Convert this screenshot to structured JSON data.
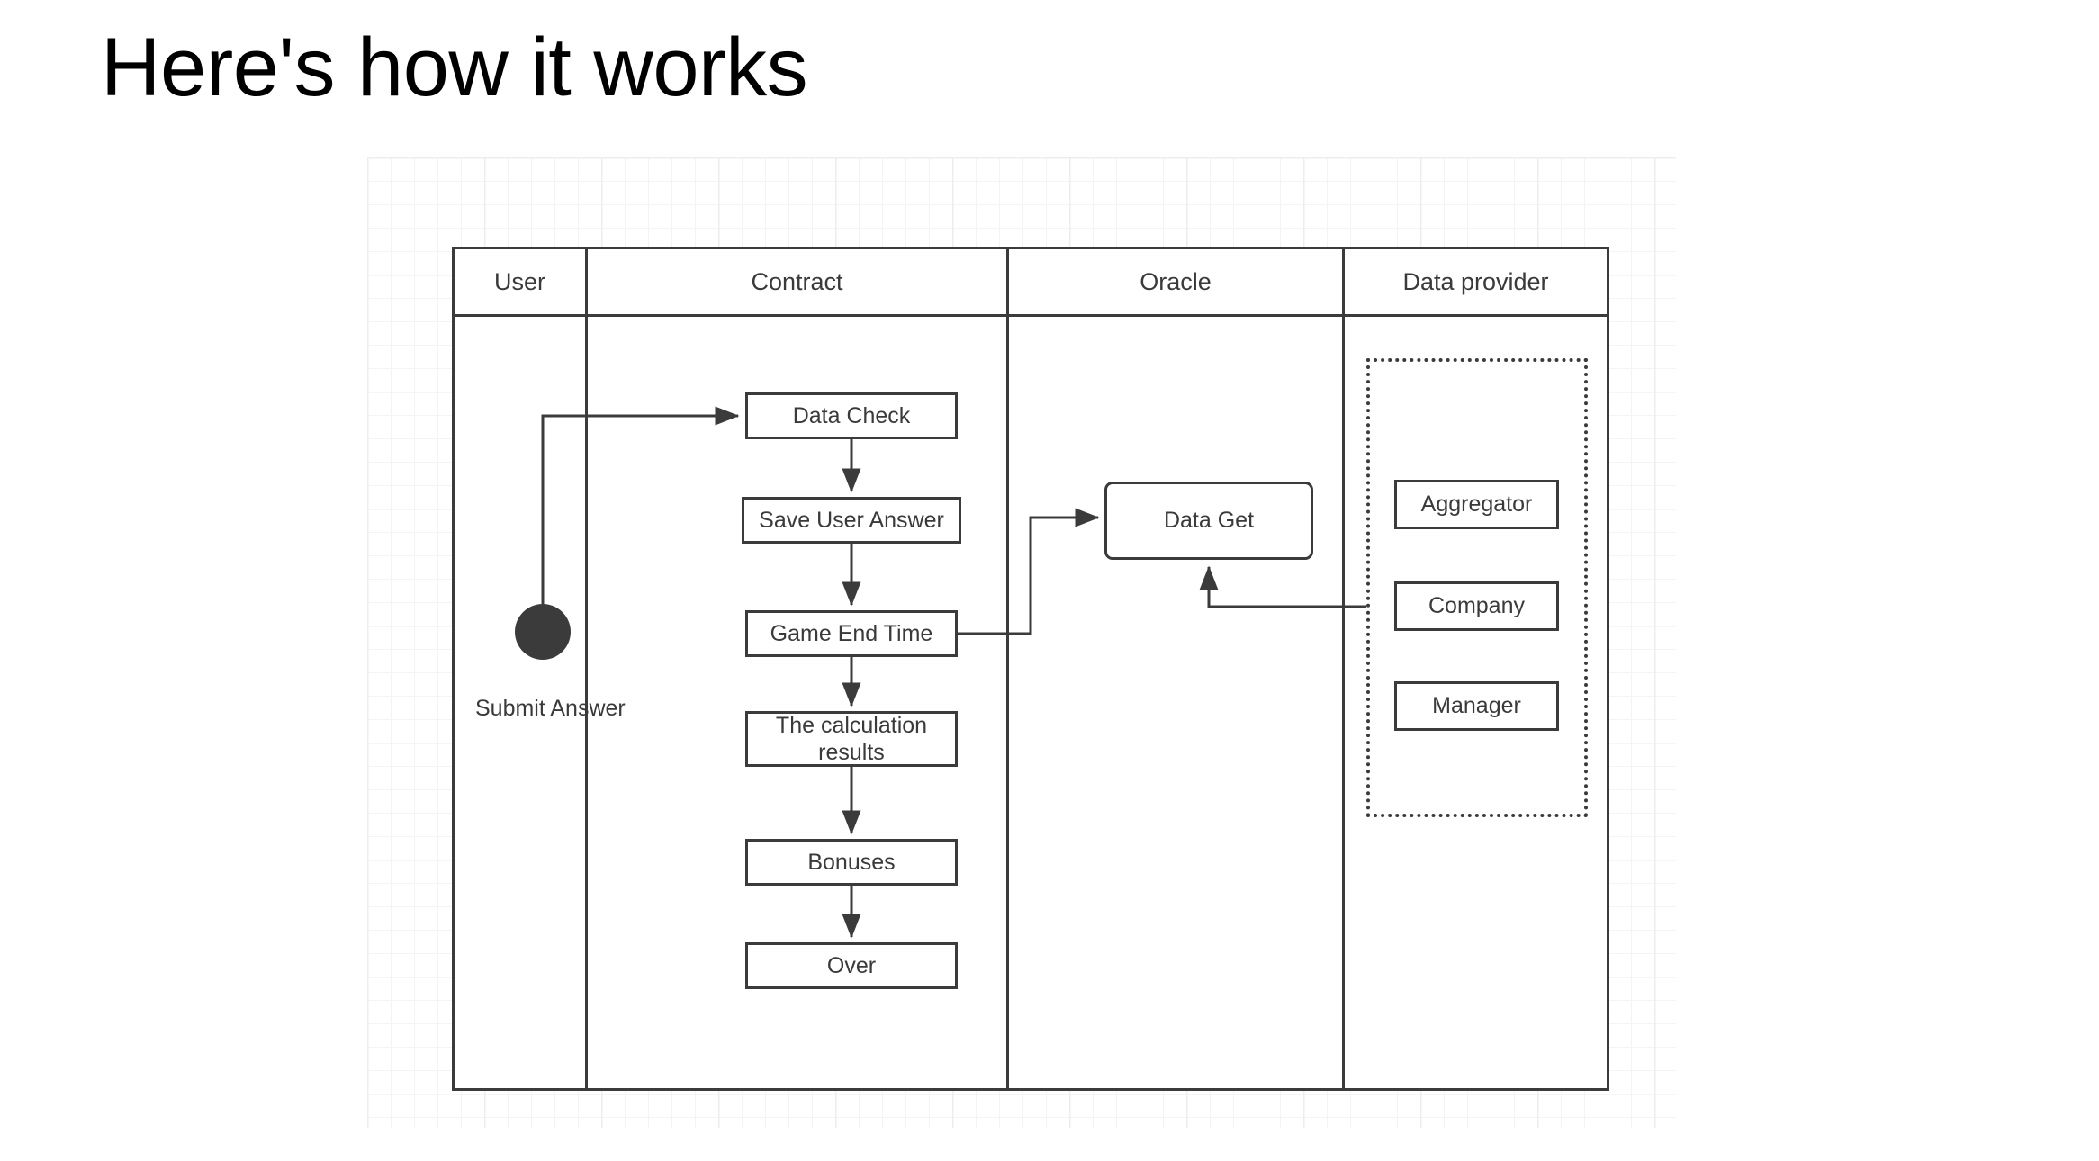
{
  "slide": {
    "title": "Here's how it works"
  },
  "diagram": {
    "type": "swimlane-flowchart",
    "lanes": [
      {
        "id": "user",
        "label": "User"
      },
      {
        "id": "contract",
        "label": "Contract"
      },
      {
        "id": "oracle",
        "label": "Oracle"
      },
      {
        "id": "data-provider",
        "label": "Data provider"
      }
    ],
    "start_node": {
      "label": "Submit Answer",
      "shape": "filled-circle",
      "color": "#3b3b3b"
    },
    "contract_steps": [
      {
        "id": "data-check",
        "label": "Data Check"
      },
      {
        "id": "save-user-answer",
        "label": "Save User Answer"
      },
      {
        "id": "game-end-time",
        "label": "Game End Time"
      },
      {
        "id": "calculation-results",
        "label": "The calculation results"
      },
      {
        "id": "bonuses",
        "label": "Bonuses"
      },
      {
        "id": "over",
        "label": "Over"
      }
    ],
    "oracle_steps": [
      {
        "id": "data-get",
        "label": "Data Get",
        "shape": "rounded-rect"
      }
    ],
    "provider_group": {
      "border_style": "dotted",
      "items": [
        {
          "id": "aggregator",
          "label": "Aggregator"
        },
        {
          "id": "company",
          "label": "Company"
        },
        {
          "id": "manager",
          "label": "Manager"
        }
      ]
    },
    "connections": [
      {
        "from": "submit-answer",
        "to": "data-check",
        "style": "orthogonal-arrow"
      },
      {
        "from": "data-check",
        "to": "save-user-answer",
        "style": "straight-arrow"
      },
      {
        "from": "save-user-answer",
        "to": "game-end-time",
        "style": "straight-arrow"
      },
      {
        "from": "game-end-time",
        "to": "calculation-results",
        "style": "straight-arrow"
      },
      {
        "from": "calculation-results",
        "to": "bonuses",
        "style": "straight-arrow"
      },
      {
        "from": "bonuses",
        "to": "over",
        "style": "straight-arrow"
      },
      {
        "from": "game-end-time",
        "to": "data-get",
        "style": "orthogonal-arrow"
      },
      {
        "from": "provider-group",
        "to": "data-get",
        "style": "orthogonal-arrow"
      }
    ],
    "colors": {
      "stroke": "#3b3b3b",
      "text": "#3a3a3a",
      "background": "#ffffff",
      "grid_minor": "#f4f4f4",
      "grid_major": "#ededed"
    }
  }
}
